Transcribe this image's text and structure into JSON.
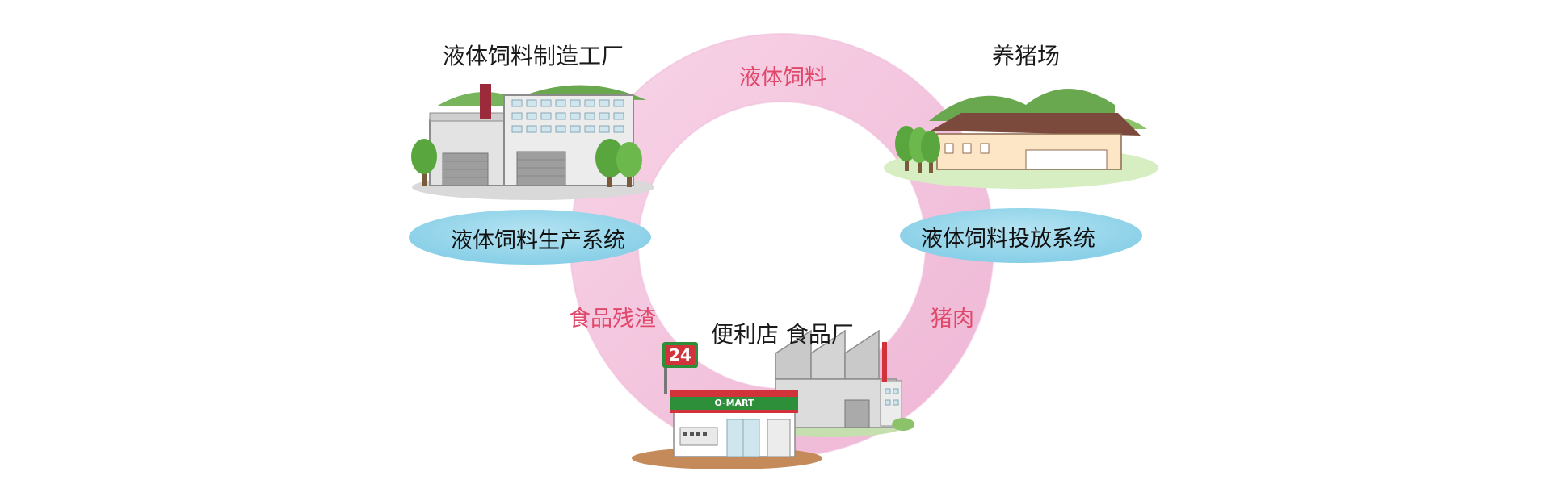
{
  "nodes": {
    "factory": {
      "title": "液体饲料制造工厂",
      "system": "液体饲料生产系统"
    },
    "pig_farm": {
      "title": "养猪场",
      "system": "液体饲料投放系统"
    },
    "store_factory": {
      "title": "便利店  食品厂"
    }
  },
  "flows": {
    "top": "液体饲料",
    "right": "猪肉",
    "left": "食品残渣"
  },
  "store": {
    "sign_number": "24",
    "banner": "O-MART"
  },
  "colors": {
    "ring": "#f4c6de",
    "ring_edge": "#eab1cf",
    "flow_text": "#e0486a",
    "ellipse": "#8fd2e8",
    "hill": "#78b45c",
    "tree": "#5aa63e",
    "roof": "#7b4a3c",
    "store_green": "#2e8f3b",
    "store_red": "#d2323a"
  }
}
